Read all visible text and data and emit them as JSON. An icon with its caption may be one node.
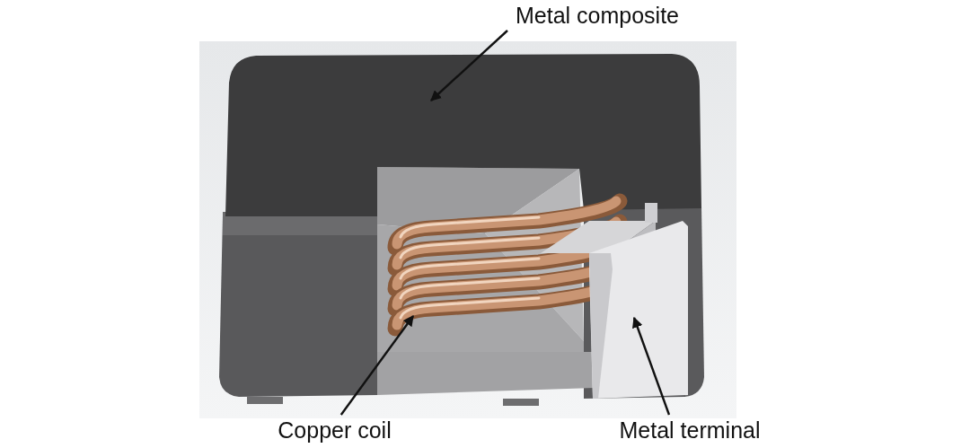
{
  "diagram": {
    "nodes": [
      {
        "text": [
          "Metal composite"
        ]
      },
      {
        "text": [],
        "shape": "picture"
      },
      {
        "text": [],
        "shape": "picture"
      },
      {
        "text": [],
        "shape": "picture"
      },
      {
        "text": [
          "Copper coil"
        ]
      },
      {
        "text": [
          "Metal terminal"
        ]
      }
    ],
    "edges": [
      {
        "from": 0,
        "to": 1,
        "arrow": "to"
      },
      {
        "from": 4,
        "to": 2,
        "arrow": "to"
      },
      {
        "from": 5,
        "to": 3,
        "arrow": "to"
      }
    ]
  }
}
